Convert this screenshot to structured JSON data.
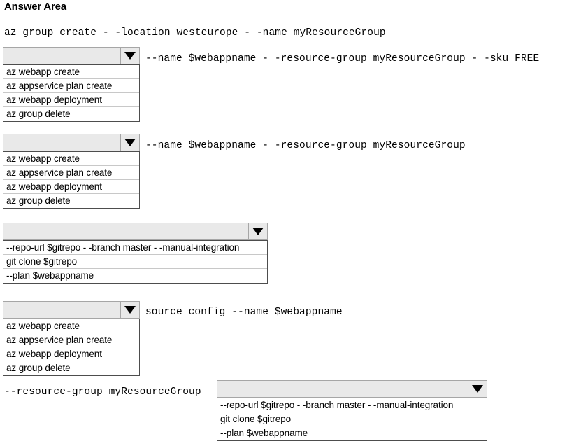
{
  "page": {
    "title": "Answer Area"
  },
  "lines": {
    "command_line_1": "az group create - -location westeurope - -name myResourceGroup",
    "after_dropdown_1": "--name $webappname - -resource-group myResourceGroup - -sku FREE",
    "after_dropdown_2": "--name $webappname - -resource-group myResourceGroup",
    "after_dropdown_4": "source config --name $webappname",
    "before_dropdown_5": "--resource-group myResourceGroup"
  },
  "dropdowns": [
    {
      "name": "dropdown-1",
      "selected": "",
      "arrow_icon": "chevron-down-icon",
      "options": [
        "az webapp create",
        "az appservice plan create",
        "az webapp deployment",
        "az group delete"
      ]
    },
    {
      "name": "dropdown-2",
      "selected": "",
      "arrow_icon": "chevron-down-icon",
      "options": [
        "az webapp create",
        "az appservice plan create",
        "az webapp deployment",
        "az group delete"
      ]
    },
    {
      "name": "dropdown-3",
      "selected": "",
      "arrow_icon": "chevron-down-icon",
      "options": [
        "--repo-url $gitrepo - -branch master - -manual-integration",
        "git clone $gitrepo",
        "--plan $webappname"
      ]
    },
    {
      "name": "dropdown-4",
      "selected": "",
      "arrow_icon": "chevron-down-icon",
      "options": [
        "az webapp create",
        "az appservice plan create",
        "az webapp deployment",
        "az group delete"
      ]
    },
    {
      "name": "dropdown-5",
      "selected": "",
      "arrow_icon": "chevron-down-icon",
      "options": [
        "--repo-url $gitrepo - -branch master - -manual-integration",
        "git clone $gitrepo",
        "--plan $webappname"
      ]
    }
  ],
  "colors": {
    "background": "#ffffff",
    "select_fill": "#e9e9e9",
    "select_border": "#a6a6a6",
    "list_border": "#4d4d4d",
    "divider": "#c8c8c8",
    "text": "#000000"
  }
}
